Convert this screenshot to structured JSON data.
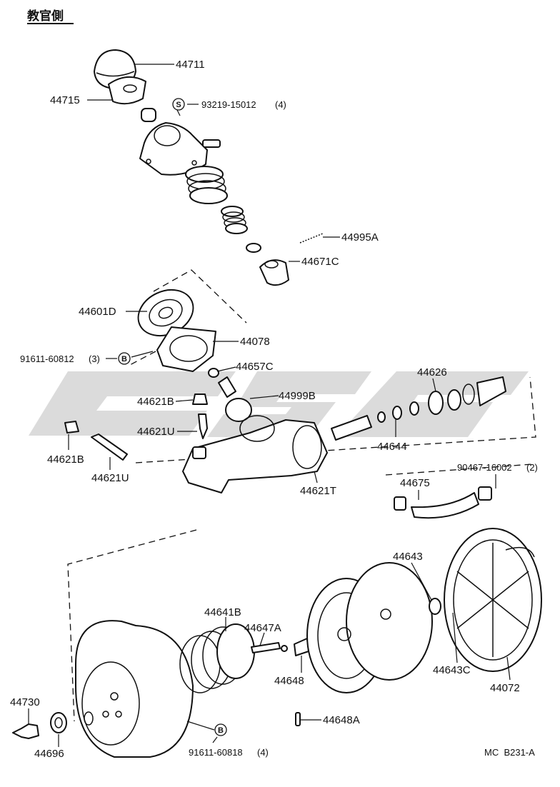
{
  "header": {
    "title": "教官側"
  },
  "footer": {
    "code": "MC  B231-A"
  },
  "markers": {
    "s": "S",
    "b": "B"
  },
  "parts": {
    "p44711": "44711",
    "p44715": "44715",
    "p93219": "93219-15012",
    "p93219_qty": "(4)",
    "p44995A": "44995A",
    "p44671C": "44671C",
    "p44601D": "44601D",
    "p44078": "44078",
    "p91611a": "91611-60812",
    "p91611a_qty": "(3)",
    "p44657C": "44657C",
    "p44626": "44626",
    "p44621B_a": "44621B",
    "p44999B": "44999B",
    "p44621U_a": "44621U",
    "p44621B_b": "44621B",
    "p44621U_b": "44621U",
    "p44644": "44644",
    "p44621T": "44621T",
    "p44675": "44675",
    "p90467": "90467-16002",
    "p90467_qty": "(2)",
    "p44643": "44643",
    "p44641B": "44641B",
    "p44647A": "44647A",
    "p44730": "44730",
    "p44648": "44648",
    "p44643C": "44643C",
    "p44072": "44072",
    "p44696": "44696",
    "p44648A": "44648A",
    "p91611b": "91611-60818",
    "p91611b_qty": "(4)"
  }
}
